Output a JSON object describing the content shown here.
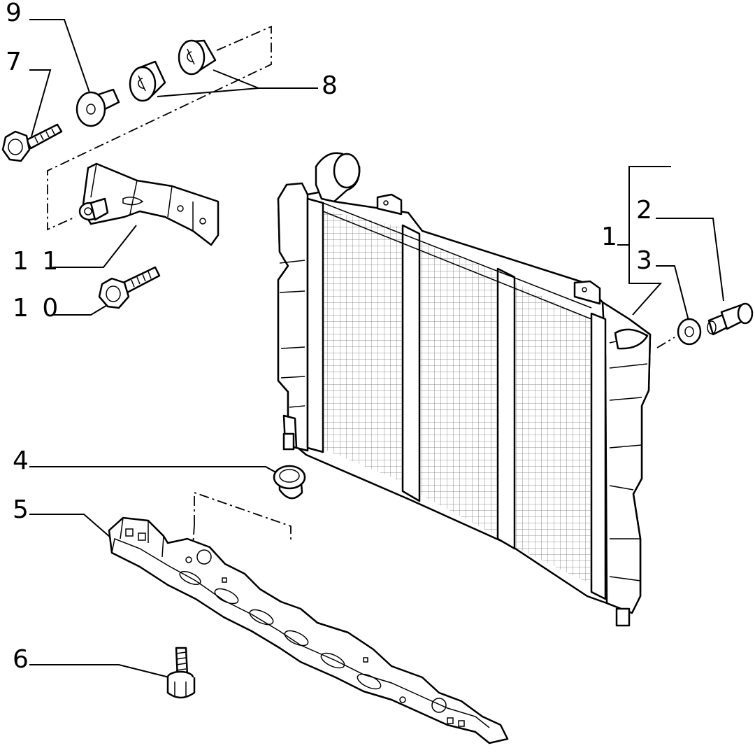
{
  "callouts": [
    {
      "id": "1",
      "label": "1"
    },
    {
      "id": "2",
      "label": "2"
    },
    {
      "id": "3",
      "label": "3"
    },
    {
      "id": "4",
      "label": "4"
    },
    {
      "id": "5",
      "label": "5"
    },
    {
      "id": "6",
      "label": "6"
    },
    {
      "id": "7",
      "label": "7"
    },
    {
      "id": "8",
      "label": "8"
    },
    {
      "id": "9",
      "label": "9"
    },
    {
      "id": "10",
      "label": "1 0"
    },
    {
      "id": "11",
      "label": "1 1"
    }
  ]
}
